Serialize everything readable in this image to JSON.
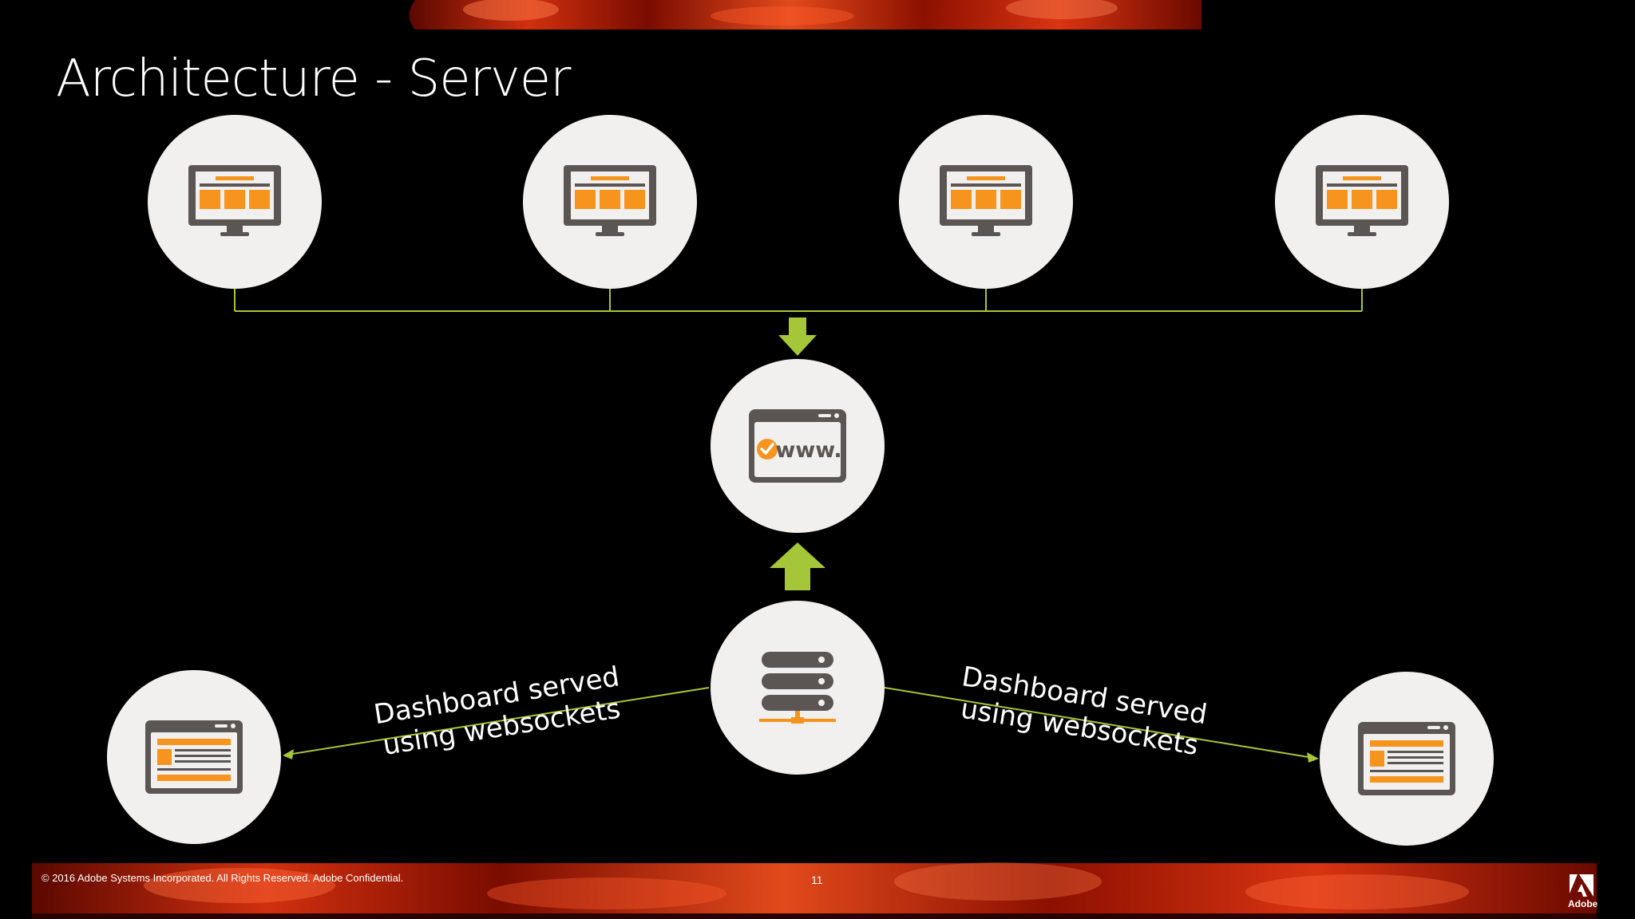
{
  "slide": {
    "title": "Architecture - Server",
    "footer": {
      "copyright": "© 2016 Adobe Systems Incorporated.  All Rights Reserved.  Adobe Confidential.",
      "page_number": "11",
      "brand": "Adobe"
    }
  },
  "diagram": {
    "nodes": [
      {
        "id": "client-1",
        "icon": "desktop-monitor-icon"
      },
      {
        "id": "client-2",
        "icon": "desktop-monitor-icon"
      },
      {
        "id": "client-3",
        "icon": "desktop-monitor-icon"
      },
      {
        "id": "client-4",
        "icon": "desktop-monitor-icon"
      },
      {
        "id": "web-app",
        "icon": "browser-www-icon",
        "text": "www."
      },
      {
        "id": "server",
        "icon": "server-stack-icon"
      },
      {
        "id": "dashboard-left",
        "icon": "dashboard-window-icon"
      },
      {
        "id": "dashboard-right",
        "icon": "dashboard-window-icon"
      }
    ],
    "edges": [
      {
        "from": "clients",
        "to": "web-app",
        "arrow": "down"
      },
      {
        "from": "server",
        "to": "web-app",
        "arrow": "up"
      },
      {
        "from": "server",
        "to": "dashboard-left",
        "label_line1": "Dashboard served",
        "label_line2": "using websockets"
      },
      {
        "from": "server",
        "to": "dashboard-right",
        "label_line1": "Dashboard served",
        "label_line2": "using websockets"
      }
    ],
    "colors": {
      "background": "#000000",
      "node_fill": "#f2f0ef",
      "icon_dark": "#5b5654",
      "accent_orange": "#f7941d",
      "connector_green": "#a6c639",
      "banner_red": "#c4200c"
    }
  }
}
